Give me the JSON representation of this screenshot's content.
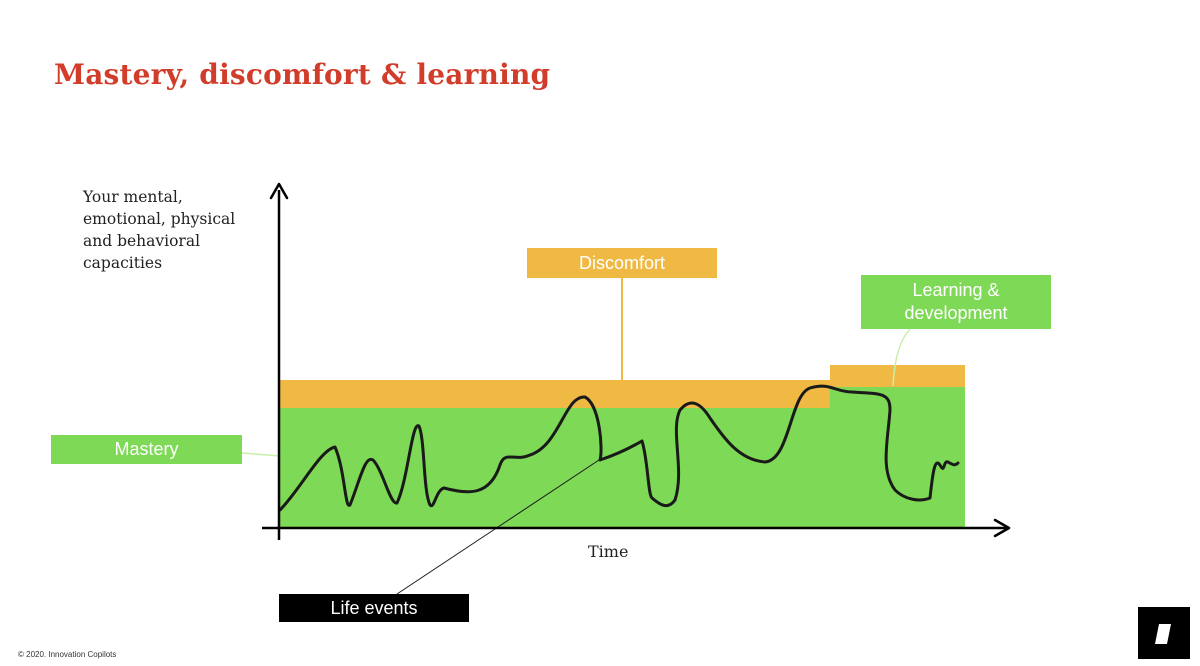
{
  "slide": {
    "title": "Mastery, discomfort & learning",
    "y_axis_label": [
      "Your mental,",
      "emotional, physical",
      "and behavioral",
      "capacities"
    ],
    "x_axis_label": "Time",
    "labels": {
      "discomfort": "Discomfort",
      "learning_lines": [
        "Learning &",
        "development"
      ],
      "mastery": "Mastery",
      "life_events": "Life events"
    },
    "footer": "© 2020. Innovation Copilots"
  },
  "colors": {
    "title": "#d13d2a",
    "mastery_green": "#7ed957",
    "discomfort_orange": "#efb944",
    "life_events_black": "#000000",
    "curve": "#1a1a1a"
  },
  "icons": {
    "logo": "innovation-copilots-logo"
  }
}
